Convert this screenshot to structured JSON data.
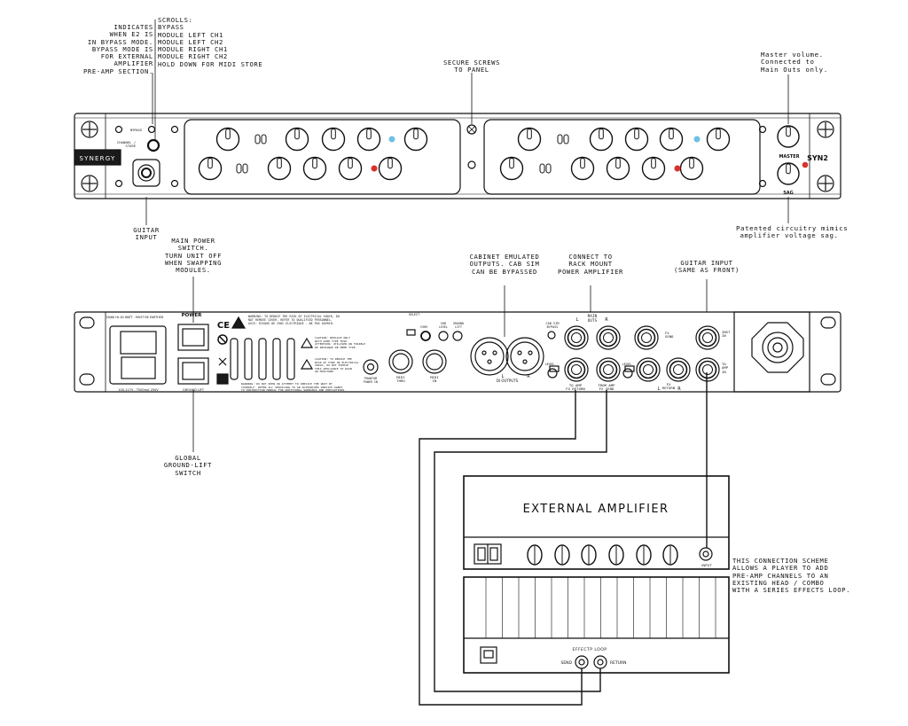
{
  "front_annotations": {
    "indicates": "INDICATES\nWHEN E2 IS\nIN BYPASS MODE.\nBYPASS MODE IS\nFOR EXTERNAL\nAMPLIFIER\nPRE-AMP SECTION.",
    "scrolls": "SCROLLS:\nBYPASS\nMODULE LEFT CH1\nMODULE LEFT CH2\nMODULE RIGHT CH1\nMODULE RIGHT CH2\nHOLD DOWN FOR MIDI STORE",
    "secure_screws": "SECURE SCREWS\nTO PANEL",
    "master_volume": "Master volume.\nConnected to\nMain Outs only.",
    "guitar_input": "GUITAR\nINPUT",
    "patented": "Patented circuitry mimics\namplifier voltage sag."
  },
  "rear_annotations": {
    "main_power": "MAIN POWER\nSWITCH.\nTURN UNIT OFF\nWHEN SWAPPING\nMODULES.",
    "cabinet": "CABINET EMULATED\nOUTPUTS. CAB SIM\nCAN BE BYPASSED",
    "connect_rack": "CONNECT TO\nRACK MOUNT\nPOWER AMPLIFIER",
    "guitar_input_same": "GUITAR INPUT\n(SAME AS FRONT)",
    "global_ground": "GLOBAL\nGROUND-LIFT\nSWITCH",
    "scheme": "THIS CONNECTION SCHEME\nALLOWS A PLAYER TO ADD\nPRE-AMP CHANNELS TO AN\nEXISTING HEAD / COMBO\nWITH A SERIES EFFECTS LOOP."
  },
  "front_panel": {
    "brand": "SYNERGY",
    "model": "SYN2",
    "bypass_label": "BYPASS",
    "channel_store_label": "CHANNEL /\nSTORE",
    "master_label": "MASTER",
    "sag_label": "SAG"
  },
  "rear_panel": {
    "power_label": "POWER",
    "ground_lift_label": "GROUND LIFT",
    "ce_mark": "CE",
    "di_outputs_label": "DI OUTPUTS",
    "main_outs_label": "MAIN\nOUTS",
    "l_label": "L",
    "r_label": "R",
    "cab_sim_label": "CAB SIM\nBYPASS",
    "level_label": "LEVEL",
    "to_amp_fx_return": "TO AMP\nFX RETURN",
    "from_amp_fx_send": "FROM AMP\nFX SEND",
    "fx_send": "FX\nSEND",
    "fx_return": "FX\nRETURN",
    "inst_in": "INST\nIN",
    "to_amp_in": "TO\nAMP\nIN",
    "midi_thru": "MIDI\nTHRU",
    "midi_in": "MIDI\nIN",
    "phantom_power": "PHANTOM\nPOWER IN",
    "ohm": "OHM",
    "select": "SELECT",
    "sub_level": "SUB\nLEVEL",
    "ground_lift_small": "GROUND\nLIFT",
    "warning_text": "WARNING: TO REDUCE THE RISK OF ELECTRICAL SHOCK, DO\nNOT REMOVE COVER. REFER TO QUALIFIED PERSONNEL.\nAVIS: RISQUE DE CHOC ELECTRIQUE - NE PAS OUVRIR.",
    "caution_fuse": "CAUTION: REPLACE ONLY\nWITH SAME TYPE FUSE.\nATTENTION: UTILISER UN FUSIBLE\nDE RECHANGE DE MEME TYPE.",
    "caution_fire": "CAUTION: TO REDUCE THE\nRISK OF FIRE OR ELECTRICAL\nSHOCK, DO NOT EXPOSE\nTHIS APPLIANCE TO RAIN\nOR MOISTURE.",
    "warning_bottom": "WARNING: DO NOT OPEN OR ATTEMPT TO SERVICE THE UNIT BY\nYOURSELF. REFER ALL SERVICING TO AN AUTHORIZED SERVICE AGENT\nTO INSTRUCTION MANUAL FOR ADDITIONAL WARNINGS AND PRECAUTIONS.",
    "fuse_rating": "100-117V - T500mA 250V",
    "top_note": "50/60 Hz 40 WATT - MUST BE EARTHED"
  },
  "amplifier": {
    "title": "EXTERNAL AMPLIFIER",
    "input_label": "INPUT",
    "effects_loop": "EFFECTP LOOP",
    "send": "SEND",
    "return": "RETURN"
  },
  "colors": {
    "line": "#111111",
    "led_blue": "#6ec1e4",
    "led_red": "#d9312b",
    "panel_fill": "#ffffff",
    "badge_fill": "#1a1a1a"
  }
}
